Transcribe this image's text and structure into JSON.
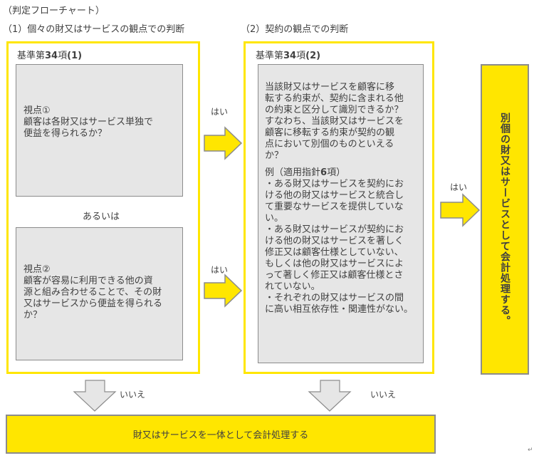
{
  "header": {
    "title": "（判定フローチャート）",
    "section1_title": "（1）個々の財又はサービスの観点での判断",
    "section2_title": "（2）契約の観点での判断"
  },
  "frame1": {
    "title_prefix": "基準第",
    "title_num": "34",
    "title_suffix": "項",
    "title_paren": "(1)",
    "viewpoint1": {
      "lines": [
        "視点①",
        "顧客は各財又はサービス単独で",
        "便益を得られるか？"
      ]
    },
    "or_label": "あるいは",
    "viewpoint2": {
      "lines": [
        "視点②",
        "顧客が容易に利用できる他の資",
        "源と組み合わせることで、その財",
        "又はサービスから便益を得られる",
        "か？"
      ]
    }
  },
  "frame2": {
    "title_prefix": "基準第",
    "title_num": "34",
    "title_suffix": "項",
    "title_paren": "(2)",
    "question_lines": [
      "当該財又はサービスを顧客に移",
      "転する約束が、契約に含まれる他",
      "の約束と区分して識別できるか？",
      "すなわち、当該財又はサービスを",
      "顧客に移転する約束が契約の観",
      "点において別個のものといえる",
      "か？"
    ],
    "example_heading_prefix": "例（適用指針",
    "example_heading_num": "6",
    "example_heading_suffix": "項）",
    "example_lines": [
      "・ある財又はサービスを契約にお",
      "ける他の財又はサービスと統合し",
      "て重要なサービスを提供していな",
      "い。",
      "・ある財又はサービスが契約にお",
      "ける他の財又はサービスを著しく",
      "修正又は顧客仕様としていない、",
      "もしくは他の財又はサービスによ",
      "って著しく修正又は顧客仕様とさ",
      "れていない。",
      "・それぞれの財又はサービスの間",
      "に高い相互依存性・関連性がない。"
    ]
  },
  "arrows": {
    "yes_label": "はい",
    "no_label": "いいえ"
  },
  "outcomes": {
    "separate": "別個の財又はサービスとして会計処理する。",
    "combined": "財又はサービスを一体として会計処理する"
  },
  "colors": {
    "accent_yellow": "#ffe600",
    "box_gray": "#e6e6e6",
    "border_gray": "#8c8c8c",
    "no_arrow_gray": "#e6e6e6",
    "text": "#404040"
  },
  "footer_mark": "↵"
}
